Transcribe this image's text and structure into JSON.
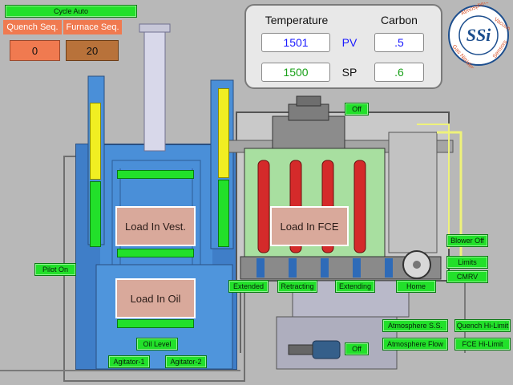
{
  "header": {
    "cycle_mode": "Cycle Auto",
    "quench_seq_label": "Quench Seq.",
    "furnace_seq_label": "Furnace Seq.",
    "quench_seq_value": "0",
    "furnace_seq_value": "20"
  },
  "readout": {
    "temperature_label": "Temperature",
    "carbon_label": "Carbon",
    "pv_label": "PV",
    "sp_label": "SP",
    "temperature_pv": "1501",
    "temperature_sp": "1500",
    "carbon_pv": ".5",
    "carbon_sp": ".6"
  },
  "logo": {
    "text": "SSi",
    "ring_words": [
      "Atmosphere",
      "Vacuum",
      "Sensors",
      "Gas Nitriding"
    ]
  },
  "loads": {
    "vestibule": "Load In Vest.",
    "furnace": "Load In FCE",
    "oil": "Load In Oil"
  },
  "status": {
    "top_off": "Off",
    "pilot_on": "Pilot On",
    "extended": "Extended",
    "retracting": "Retracting",
    "extending": "Extending",
    "home": "Home",
    "blower_off": "Blower Off",
    "limits": "Limits",
    "cmrv": "CMRV",
    "atmosphere_ss": "Atmosphere S.S.",
    "quench_hi_limit": "Quench Hi-Limit",
    "atmosphere_flow": "Atmosphere Flow",
    "fce_hi_limit": "FCE Hi-Limit",
    "oil_level": "Oil Level",
    "agitator_1": "Agitator-1",
    "agitator_2": "Agitator-2",
    "bottom_off": "Off"
  },
  "colors": {
    "indicator_green": "#22e02a",
    "indicator_yellow": "#f1ee22",
    "vestibule_blue": "#4a8fd8",
    "heating_red": "#d42a2a",
    "salmon": "#f07a50",
    "pv_blue": "#1a1aff",
    "carbon_green": "#1aa11a"
  }
}
